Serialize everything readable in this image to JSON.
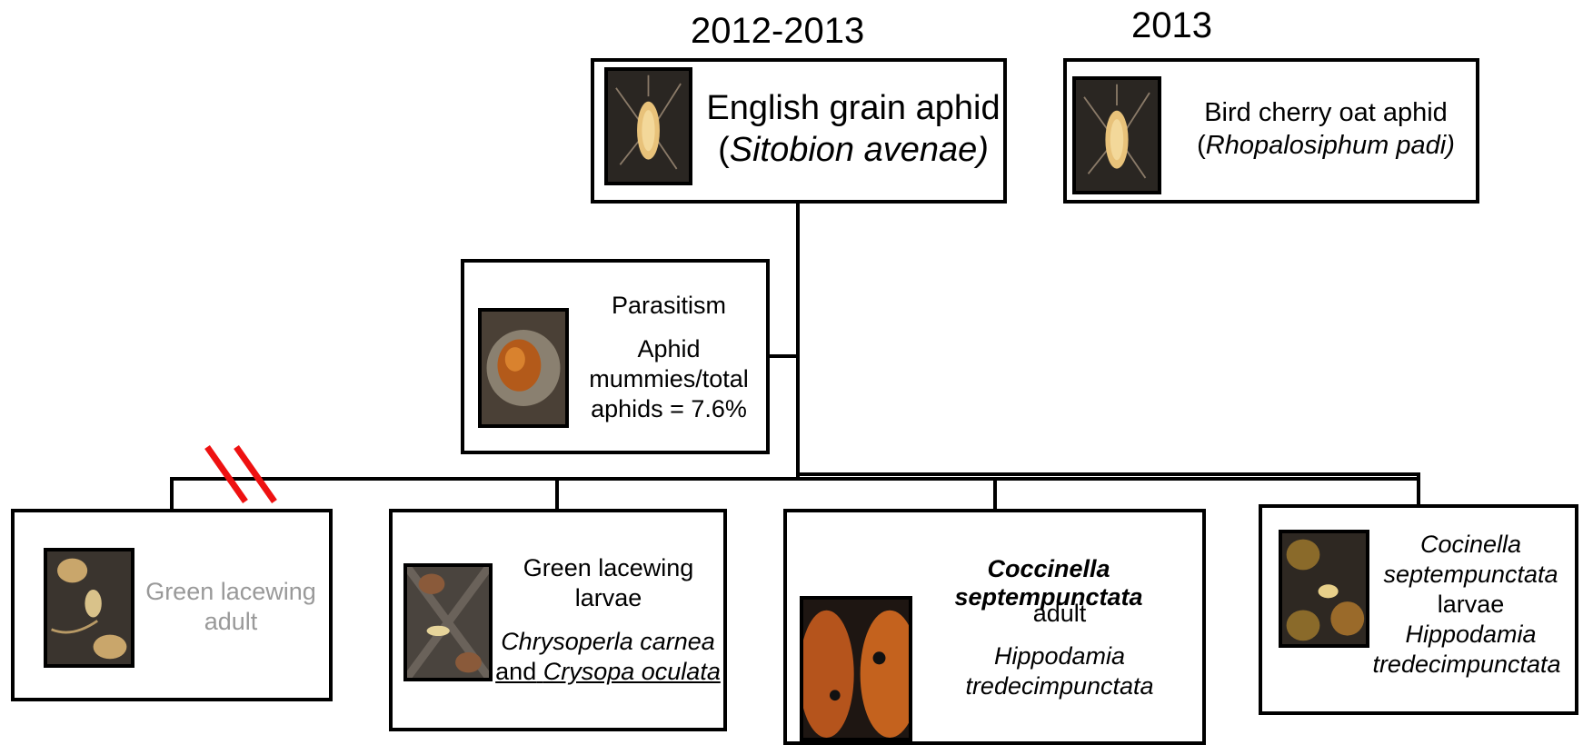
{
  "years": {
    "main": "2012-2013",
    "secondary": "2013"
  },
  "english_aphid": {
    "name": "English grain aphid",
    "open": "(",
    "latin": "Sitobion avenae)"
  },
  "bird_cherry": {
    "name": "Bird cherry oat aphid",
    "open": "(",
    "latin": "Rhopalosiphum padi)"
  },
  "parasitism": {
    "title": "Parasitism",
    "line1": "Aphid",
    "line2": "mummies/total",
    "line3": "aphids = 7.6%"
  },
  "lacewing_adult": {
    "line1": "Green lacewing",
    "line2": "adult"
  },
  "lacewing_larvae": {
    "line1": "Green lacewing",
    "line2": "larvae",
    "latin1": "Chrysoperla carnea",
    "and": "and",
    "latin2": "Crysopa oculata"
  },
  "coccinella_adult": {
    "latin": "Coccinella septempunctata",
    "stage": "adult",
    "latin2a": "Hippodamia",
    "latin2b": "tredecimpunctata"
  },
  "coccinella_larvae": {
    "latin1a": "Cocinella",
    "latin1b": "septempunctata",
    "stage": "larvae",
    "latin2a": "Hippodamia",
    "latin2b": "tredecimpunctata"
  },
  "colors": {
    "line": "#000000",
    "cut_mark": "#ee1111",
    "muted_text": "#999999"
  }
}
